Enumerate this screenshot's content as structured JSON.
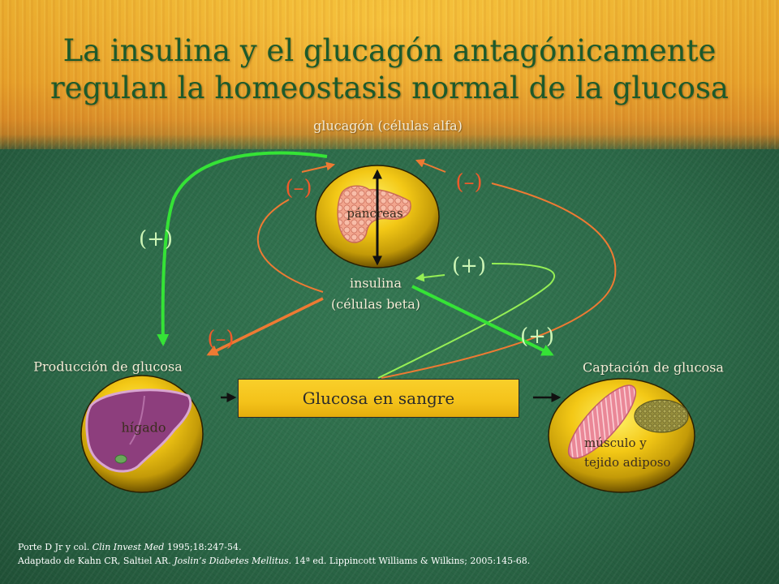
{
  "slide": {
    "title_line_1": "La insulina y el glucagón antagónicamente",
    "title_line_2": "regulan la homeostasis normal de la glucosa"
  },
  "diagram": {
    "glucagon_label": "glucagón (células alfa)",
    "pancreas_label": "páncreas",
    "insulin_label_line_1": "insulina",
    "insulin_label_line_2": "(células beta)",
    "production_label": "Producción de glucosa",
    "uptake_label": "Captación de glucosa",
    "liver_label": "hígado",
    "tissue_label_line_1": "músculo y",
    "tissue_label_line_2": "tejido adiposo",
    "blood_glucose_label": "Glucosa en sangre",
    "signs": {
      "insulin_to_glucagon": "(–)",
      "glucose_to_glucagon": "(–)",
      "glucagon_to_liver": "(+)",
      "glucose_to_insulin": "(+)",
      "insulin_to_liver": "(–)",
      "insulin_to_uptake": "(+)"
    }
  },
  "references": {
    "ref1_prefix": "Porte D Jr y col. ",
    "ref1_journal": "Clin Invest Med",
    "ref1_suffix": " 1995;18:247-54.",
    "ref2_prefix": "Adaptado de Kahn CR, Saltiel AR. ",
    "ref2_book": "Joslin’s Diabetes Mellitus.",
    "ref2_suffix": " 14ª ed. Lippincott Williams & Wilkins; 2005:145-68."
  },
  "icons": {
    "pancreas": "pancreas-icon",
    "liver": "liver-icon",
    "muscle": "muscle-icon",
    "adipose": "adipose-tissue-icon"
  },
  "colors": {
    "title": "#1d5a2b",
    "light_label": "#f4ecd6",
    "dark_label": "#3b2d1f",
    "inhibition": "#ef5a2a",
    "stimulation": "#cdf5b6",
    "stimulation_arrow": "#35e336",
    "stimulation_arrow_light": "#95ef55",
    "inhibition_arrow": "#ee7a33",
    "box": "#f4c21a"
  }
}
